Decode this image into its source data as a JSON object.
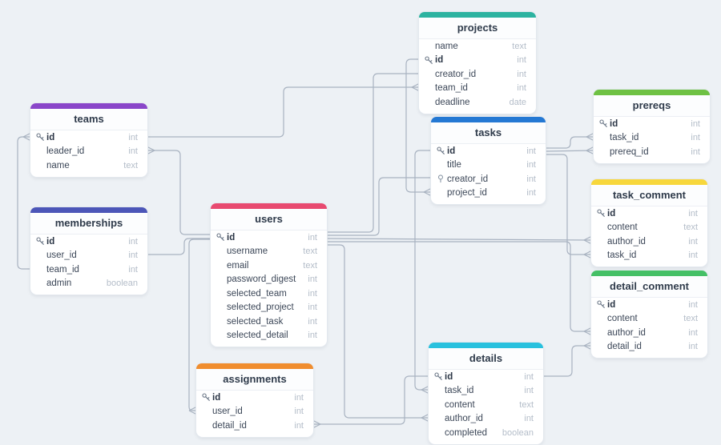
{
  "canvas": {
    "background_color": "#edf1f5",
    "wire_color": "#a8b2c0"
  },
  "tables": [
    {
      "id": "projects",
      "title": "projects",
      "accent": "#2cb3a0",
      "fields": [
        {
          "name": "name",
          "type": "text"
        },
        {
          "name": "id",
          "type": "int",
          "key": true
        },
        {
          "name": "creator_id",
          "type": "int"
        },
        {
          "name": "team_id",
          "type": "int"
        },
        {
          "name": "deadline",
          "type": "date"
        }
      ]
    },
    {
      "id": "teams",
      "title": "teams",
      "accent": "#8a46c9",
      "fields": [
        {
          "name": "id",
          "type": "int",
          "key": true
        },
        {
          "name": "leader_id",
          "type": "int"
        },
        {
          "name": "name",
          "type": "text"
        }
      ]
    },
    {
      "id": "tasks",
      "title": "tasks",
      "accent": "#2478d3",
      "fields": [
        {
          "name": "id",
          "type": "int",
          "key": true
        },
        {
          "name": "title",
          "type": "int"
        },
        {
          "name": "creator_id",
          "type": "int",
          "icon": "circle"
        },
        {
          "name": "project_id",
          "type": "int"
        }
      ]
    },
    {
      "id": "prereqs",
      "title": "prereqs",
      "accent": "#6ec143",
      "fields": [
        {
          "name": "id",
          "type": "int",
          "key": true
        },
        {
          "name": "task_id",
          "type": "int"
        },
        {
          "name": "prereq_id",
          "type": "int"
        }
      ]
    },
    {
      "id": "memberships",
      "title": "memberships",
      "accent": "#4c56b8",
      "fields": [
        {
          "name": "id",
          "type": "int",
          "key": true
        },
        {
          "name": "user_id",
          "type": "int"
        },
        {
          "name": "team_id",
          "type": "int"
        },
        {
          "name": "admin",
          "type": "boolean"
        }
      ]
    },
    {
      "id": "users",
      "title": "users",
      "accent": "#e84a70",
      "fields": [
        {
          "name": "id",
          "type": "int",
          "key": true
        },
        {
          "name": "username",
          "type": "text"
        },
        {
          "name": "email",
          "type": "text"
        },
        {
          "name": "password_digest",
          "type": "int"
        },
        {
          "name": "selected_team",
          "type": "int"
        },
        {
          "name": "selected_project",
          "type": "int"
        },
        {
          "name": "selected_task",
          "type": "int"
        },
        {
          "name": "selected_detail",
          "type": "int"
        }
      ]
    },
    {
      "id": "task_comment",
      "title": "task_comment",
      "accent": "#f7d73c",
      "fields": [
        {
          "name": "id",
          "type": "int",
          "key": true
        },
        {
          "name": "content",
          "type": "text"
        },
        {
          "name": "author_id",
          "type": "int"
        },
        {
          "name": "task_id",
          "type": "int"
        }
      ]
    },
    {
      "id": "detail_comment",
      "title": "detail_comment",
      "accent": "#45c066",
      "fields": [
        {
          "name": "id",
          "type": "int",
          "key": true
        },
        {
          "name": "content",
          "type": "text"
        },
        {
          "name": "author_id",
          "type": "int"
        },
        {
          "name": "detail_id",
          "type": "int"
        }
      ]
    },
    {
      "id": "assignments",
      "title": "assignments",
      "accent": "#f08d2e",
      "fields": [
        {
          "name": "id",
          "type": "int",
          "key": true
        },
        {
          "name": "user_id",
          "type": "int"
        },
        {
          "name": "detail_id",
          "type": "int"
        }
      ]
    },
    {
      "id": "details",
      "title": "details",
      "accent": "#28c1de",
      "fields": [
        {
          "name": "id",
          "type": "int",
          "key": true
        },
        {
          "name": "task_id",
          "type": "int"
        },
        {
          "name": "content",
          "type": "text"
        },
        {
          "name": "author_id",
          "type": "int"
        },
        {
          "name": "completed",
          "type": "boolean"
        }
      ]
    }
  ],
  "relationships": [
    {
      "from": "memberships.team_id",
      "to": "teams.id"
    },
    {
      "from": "teams.leader_id",
      "to": "users.id"
    },
    {
      "from": "memberships.user_id",
      "to": "users.id"
    },
    {
      "from": "assignments.user_id",
      "to": "users.id"
    },
    {
      "from": "projects.creator_id",
      "to": "users.id"
    },
    {
      "from": "tasks.creator_id",
      "to": "users.id"
    },
    {
      "from": "task_comment.author_id",
      "to": "users.id"
    },
    {
      "from": "detail_comment.author_id",
      "to": "users.id"
    },
    {
      "from": "details.author_id",
      "to": "users.id"
    },
    {
      "from": "tasks.project_id",
      "to": "projects.id"
    },
    {
      "from": "projects.team_id",
      "to": "teams.id"
    },
    {
      "from": "prereqs.task_id",
      "to": "tasks.id"
    },
    {
      "from": "prereqs.prereq_id",
      "to": "tasks.id"
    },
    {
      "from": "task_comment.task_id",
      "to": "tasks.id"
    },
    {
      "from": "details.task_id",
      "to": "tasks.id"
    },
    {
      "from": "detail_comment.detail_id",
      "to": "details.id"
    },
    {
      "from": "assignments.detail_id",
      "to": "details.id"
    }
  ]
}
